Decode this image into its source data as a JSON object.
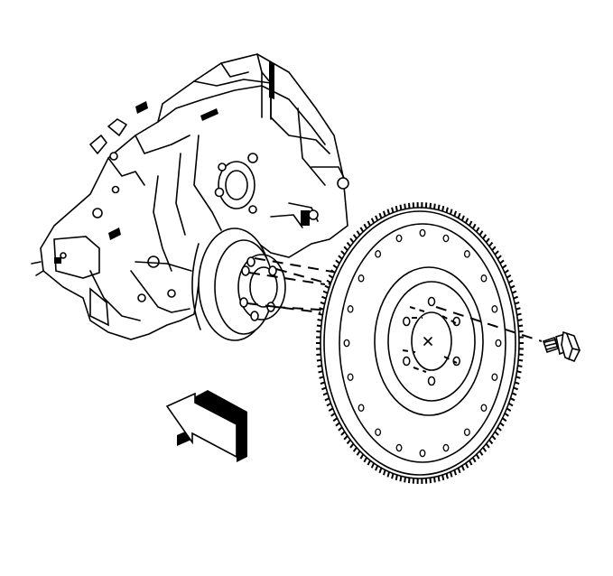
{
  "figure": {
    "icons": {
      "engine_block": "engine-block-rear-illustration",
      "crankshaft_flange": "crankshaft-flange-illustration",
      "flywheel": "flywheel-ring-gear-illustration",
      "bolt": "flywheel-bolt-illustration",
      "arrow": "direction-arrow-illustration"
    },
    "colors": {
      "ink": "#000000",
      "background": "#ffffff"
    },
    "flywheel_bolt_holes": 6,
    "ring_gear_outer_holes": 20
  }
}
